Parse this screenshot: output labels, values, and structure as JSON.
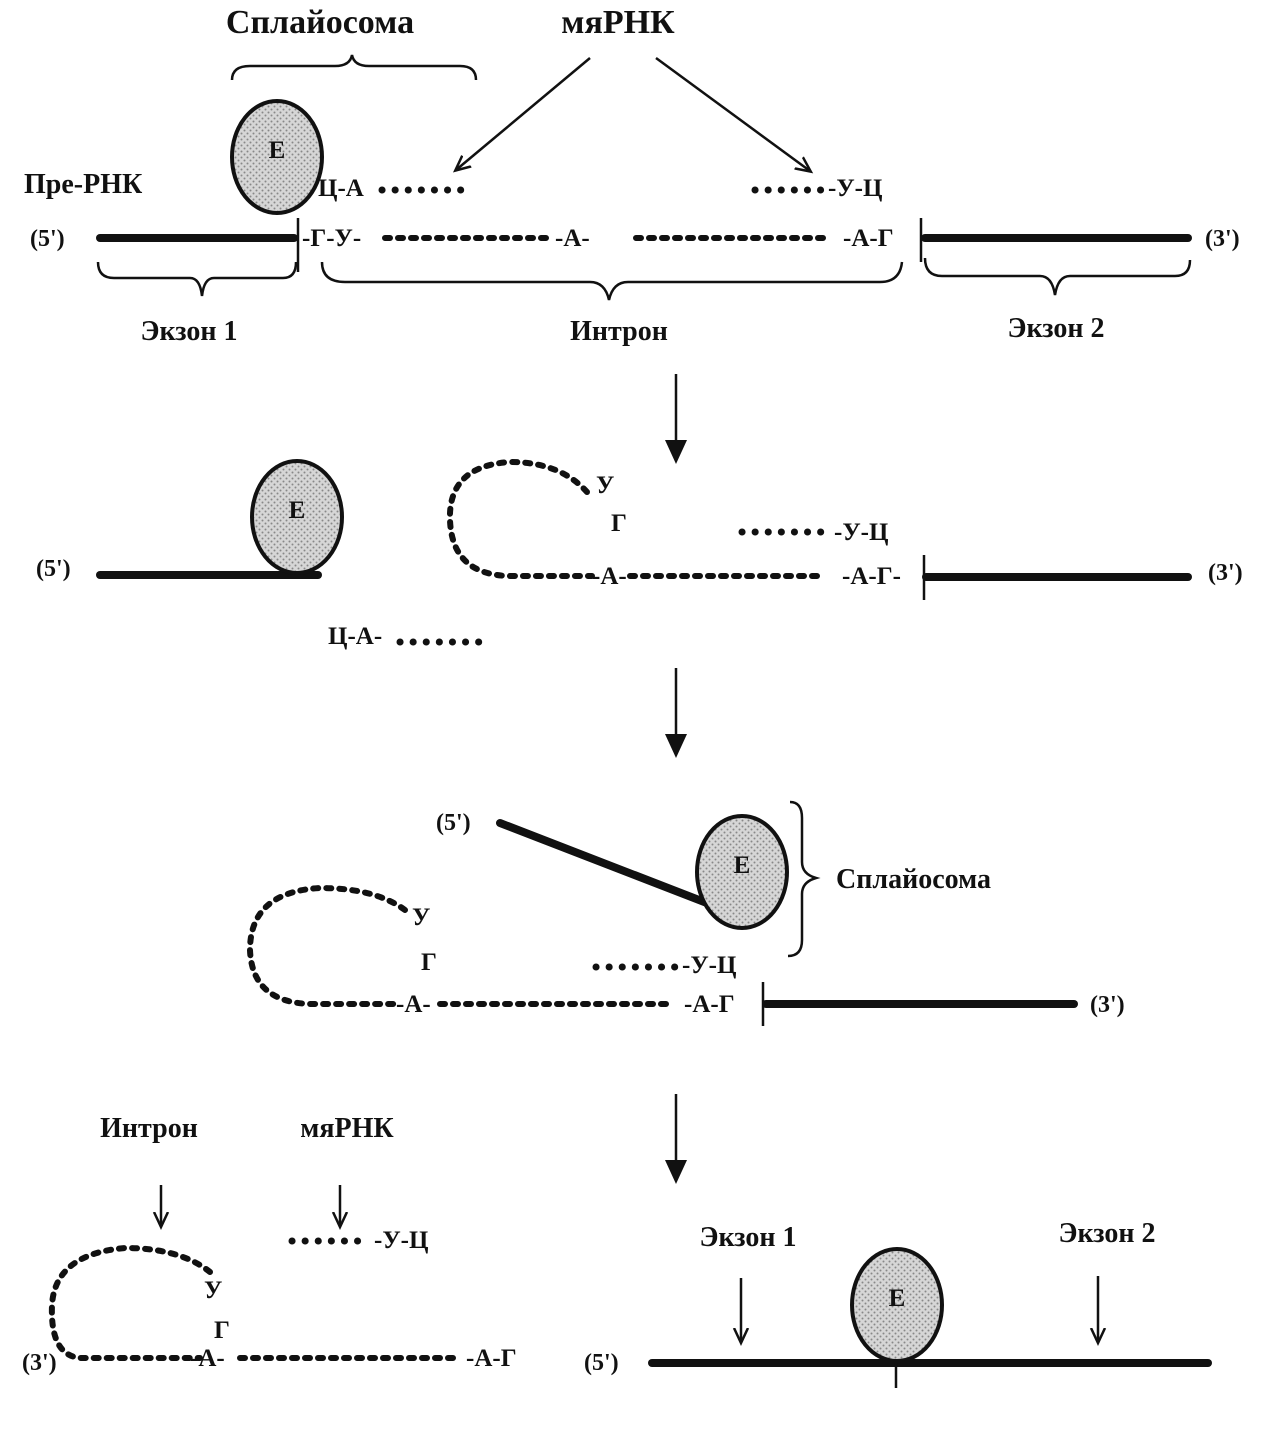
{
  "labels": {
    "spliceosome": "Сплайосома",
    "snrna": "мяРНК",
    "pre_rna": "Пре-РНК",
    "five_prime": "(5')",
    "three_prime": "(3')",
    "exon1": "Экзон 1",
    "exon2": "Экзон 2",
    "intron": "Интрон",
    "enzyme": "E"
  },
  "stage1": {
    "snrna_left": "Ц-А",
    "snrna_right": "-У-Ц",
    "intron_start": "-Г-У-",
    "branch": "-А-",
    "intron_end": "-А-Г"
  },
  "stage2": {
    "loop_u": "У",
    "loop_g": "Г",
    "snrna_right": "-У-Ц",
    "branch": "-А-",
    "intron_end": "-А-Г-",
    "released_snrna": "Ц-А-"
  },
  "stage3": {
    "loop_u": "У",
    "loop_g": "Г",
    "snrna_right": "-У-Ц",
    "branch": "-А-",
    "intron_end": "-А-Г"
  },
  "stage4": {
    "loop_u": "У",
    "loop_g": "Г",
    "snrna_right": "-У-Ц",
    "branch": "-А-",
    "intron_end": "-А-Г"
  }
}
